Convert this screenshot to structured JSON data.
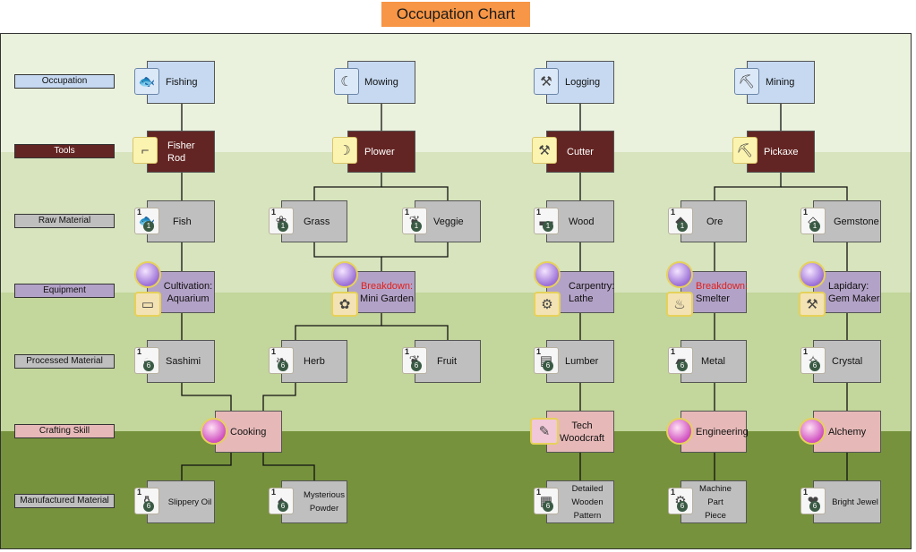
{
  "title": "Occupation Chart",
  "colors": {
    "occupation": "#c6d9f1",
    "tools": "#632523",
    "raw": "#bfbfbf",
    "equipment": "#b3a2c7",
    "processed": "#bfbfbf",
    "crafting": "#e6b9b8",
    "manufactured": "#bfbfbf",
    "band_light": "#eaf1dd",
    "band_mid": "#d7e4bd",
    "band_dark": "#c3d69b",
    "band_deep": "#76923c",
    "accent_red": "#e0201b"
  },
  "rows": [
    {
      "label": "Occupation"
    },
    {
      "label": "Tools"
    },
    {
      "label": "Raw Material"
    },
    {
      "label": "Equipment"
    },
    {
      "label": "Processed Material"
    },
    {
      "label": "Crafting Skill"
    },
    {
      "label": "Manufactured Material"
    }
  ],
  "occupation": {
    "fishing": "Fishing",
    "mowing": "Mowing",
    "logging": "Logging",
    "mining": "Mining"
  },
  "tools": {
    "fisher_rod": "Fisher Rod",
    "plower": "Plower",
    "cutter": "Cutter",
    "pickaxe": "Pickaxe"
  },
  "raw": {
    "fish": "Fish",
    "grass": "Grass",
    "veggie": "Veggie",
    "wood": "Wood",
    "ore": "Ore",
    "gemstone": "Gemstone"
  },
  "equipment": {
    "aquarium_1": "Cultivation:",
    "aquarium_2": "Aquarium",
    "garden_1": "Breakdown:",
    "garden_2": "Mini Garden",
    "lathe_1": "Carpentry:",
    "lathe_2": "Lathe",
    "smelter_1": "Breakdown:",
    "smelter_2": "Smelter",
    "gem_1": "Lapidary:",
    "gem_2": "Gem Maker"
  },
  "processed": {
    "sashimi": "Sashimi",
    "herb": "Herb",
    "fruit": "Fruit",
    "lumber": "Lumber",
    "metal": "Metal",
    "crystal": "Crystal"
  },
  "crafting": {
    "cooking": "Cooking",
    "woodcraft_1": "Tech",
    "woodcraft_2": "Woodcraft",
    "engineering": "Engineering",
    "alchemy": "Alchemy"
  },
  "manufactured": {
    "slippery_oil": "Slippery Oil",
    "powder_1": "Mysterious",
    "powder_2": "Powder",
    "pattern_1": "Detailed",
    "pattern_2": "Wooden",
    "pattern_3": "Pattern",
    "machine_1": "Machine",
    "machine_2": "Part",
    "machine_3": "Piece",
    "bright_jewel": "Bright Jewel"
  },
  "icons": {
    "badge_quantity": "1",
    "badge_level_1": "1",
    "badge_level_6": "6"
  }
}
